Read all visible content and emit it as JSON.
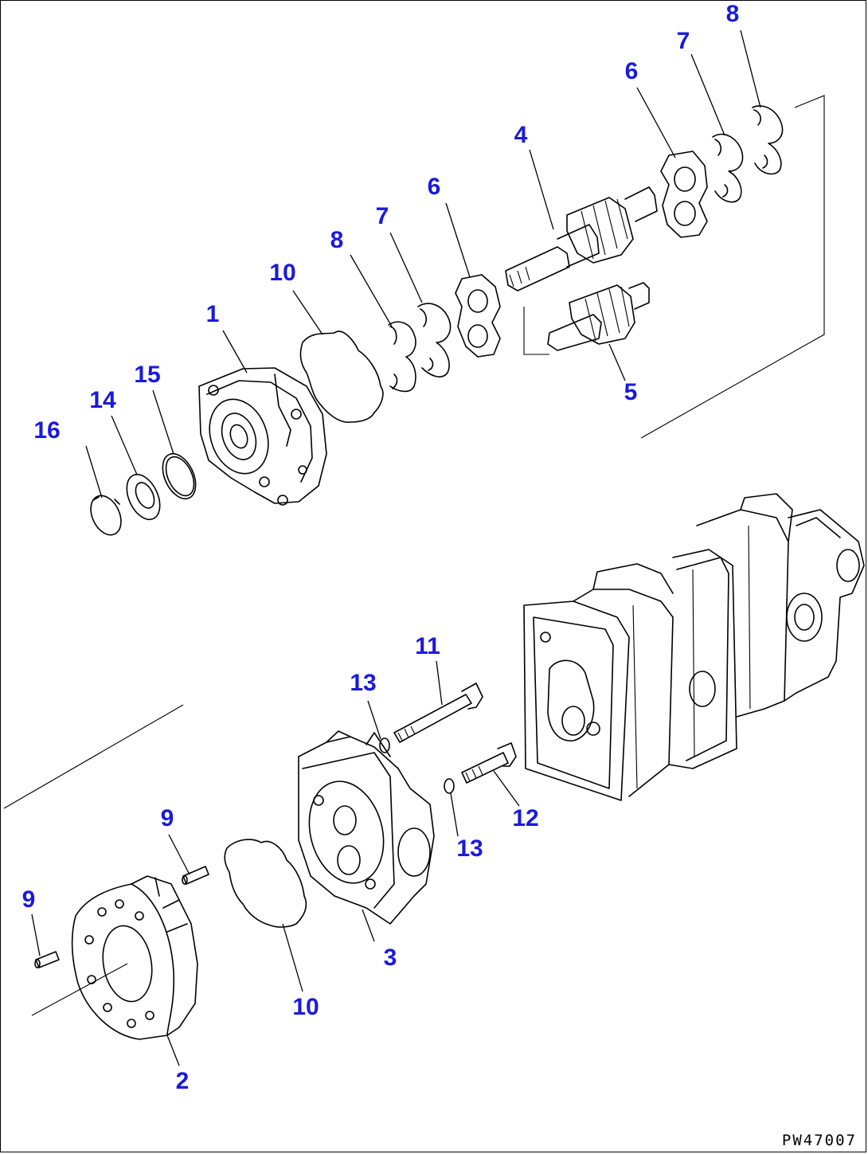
{
  "colors": {
    "callout": "#1a1adc",
    "line": "#000000",
    "background": "#ffffff"
  },
  "drawing_code": "PW47007",
  "callouts": [
    {
      "id": "c1",
      "label": "1"
    },
    {
      "id": "c2",
      "label": "2"
    },
    {
      "id": "c3",
      "label": "3"
    },
    {
      "id": "c4",
      "label": "4"
    },
    {
      "id": "c5",
      "label": "5"
    },
    {
      "id": "c6a",
      "label": "6"
    },
    {
      "id": "c6b",
      "label": "6"
    },
    {
      "id": "c7a",
      "label": "7"
    },
    {
      "id": "c7b",
      "label": "7"
    },
    {
      "id": "c8a",
      "label": "8"
    },
    {
      "id": "c8b",
      "label": "8"
    },
    {
      "id": "c9a",
      "label": "9"
    },
    {
      "id": "c9b",
      "label": "9"
    },
    {
      "id": "c10a",
      "label": "10"
    },
    {
      "id": "c10b",
      "label": "10"
    },
    {
      "id": "c11",
      "label": "11"
    },
    {
      "id": "c12",
      "label": "12"
    },
    {
      "id": "c13a",
      "label": "13"
    },
    {
      "id": "c13b",
      "label": "13"
    },
    {
      "id": "c14",
      "label": "14"
    },
    {
      "id": "c15",
      "label": "15"
    },
    {
      "id": "c16",
      "label": "16"
    }
  ]
}
